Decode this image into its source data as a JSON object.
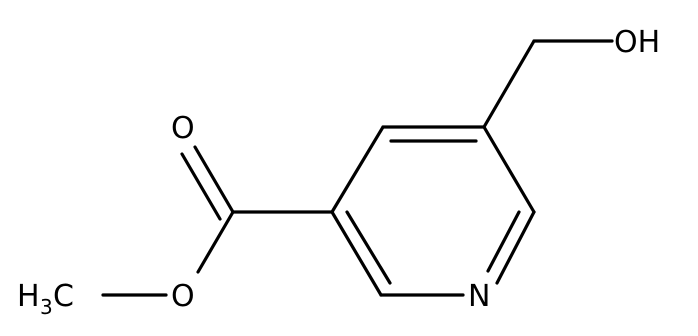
{
  "structure": {
    "atoms": {
      "oh": "OH",
      "carbonyl_o": "O",
      "ester_o": "O",
      "ring_n": "N",
      "methyl_h": "H",
      "methyl_sub": "3",
      "methyl_c": "C"
    }
  },
  "colors": {
    "bond": "#000000",
    "label": "#000000",
    "background": "#ffffff"
  }
}
